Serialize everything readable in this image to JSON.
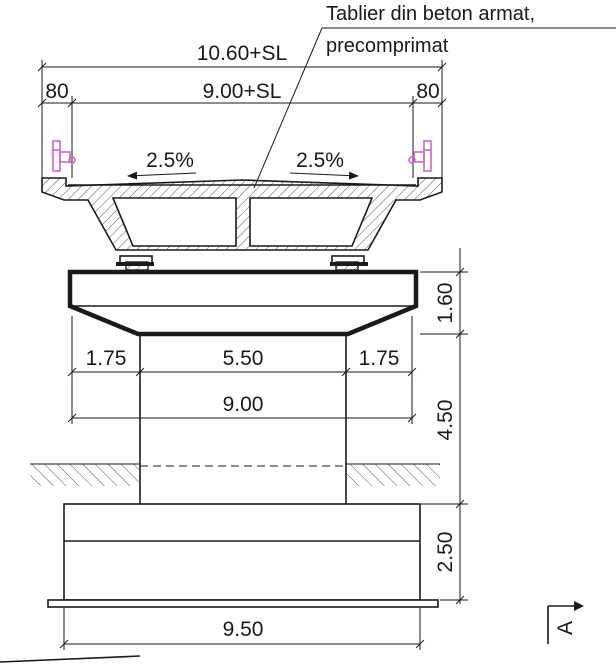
{
  "drawing": {
    "label_deck_material": "Tablier din beton armat,",
    "label_deck_material_line2": "precomprimat",
    "dims": {
      "total_width": "10.60+SL",
      "carriageway": "9.00+SL",
      "left_edge": "80",
      "right_edge": "80",
      "cap_height": "1.60",
      "cap_left": "1.75",
      "column_width": "5.50",
      "cap_right": "1.75",
      "cap_width": "9.00",
      "column_height": "4.50",
      "footing_height": "2.50",
      "footing_width": "9.50"
    },
    "slopes": {
      "left": "2.5%",
      "right": "2.5%"
    },
    "section_mark": "A"
  },
  "colors": {
    "line": "#1a1a1a",
    "hatch": "#555555",
    "railing": "#cc66cc",
    "background": "#ffffff"
  }
}
